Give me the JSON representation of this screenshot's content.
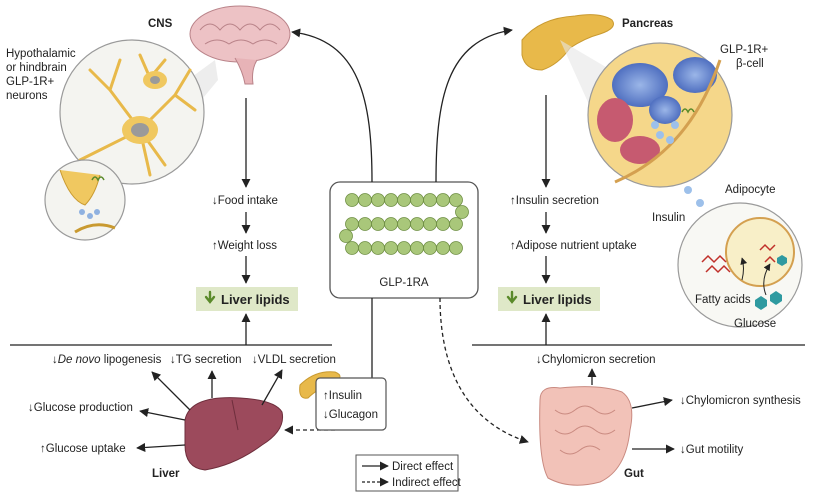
{
  "center": {
    "label": "GLP-1RA"
  },
  "organs": {
    "cns": "CNS",
    "pancreas": "Pancreas",
    "liver": "Liver",
    "gut": "Gut"
  },
  "cns_panel": {
    "neurons_line1": "Hypothalamic",
    "neurons_line2": "or hindbrain",
    "neurons_line3": "GLP-1R+",
    "neurons_line4": "neurons"
  },
  "pancreas_panel": {
    "beta_line1": "GLP-1R+",
    "beta_line2": "β-cell",
    "insulin": "Insulin",
    "adipocyte": "Adipocyte",
    "fatty_acids": "Fatty acids",
    "glucose": "Glucose"
  },
  "left_column": {
    "food_intake": "↓Food intake",
    "weight_loss": "↑Weight loss",
    "liver_lipids": "Liver lipids"
  },
  "right_column": {
    "insulin_secretion": "↑Insulin secretion",
    "adipose_uptake": "↑Adipose nutrient uptake",
    "liver_lipids": "Liver lipids"
  },
  "liver_effects": {
    "de_novo_arrow": "↓",
    "de_novo_italic": "De novo",
    "de_novo_rest": " lipogenesis",
    "tg_secretion": "↓TG secretion",
    "vldl_secretion": "↓VLDL secretion",
    "glucose_production": "↓Glucose production",
    "glucose_uptake": "↑Glucose uptake"
  },
  "hormones": {
    "insulin": "↑Insulin",
    "glucagon": "↓Glucagon"
  },
  "gut_effects": {
    "chylomicron_secretion": "↓Chylomicron secretion",
    "chylomicron_synthesis": "↓Chylomicron synthesis",
    "gut_motility": "↓Gut motility"
  },
  "legend": {
    "direct": "Direct effect",
    "indirect": "Indirect effect"
  },
  "colors": {
    "lipid_box": "#dfe8c8",
    "down_arrow": "#5a8a2a",
    "brain": "#e8b4b8",
    "pancreas": "#e8b94a",
    "liver": "#9c4a5c",
    "gut": "#f2c2b8",
    "bead": "#a9c77a"
  }
}
